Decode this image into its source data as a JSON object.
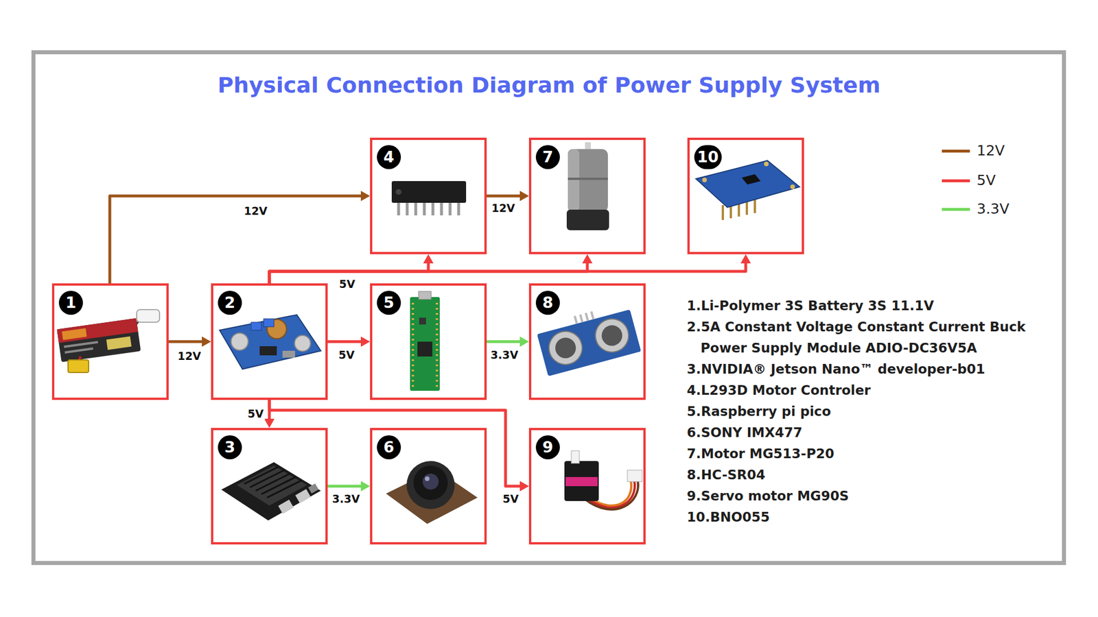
{
  "diagram": {
    "title": "Physical Connection Diagram of Power Supply System",
    "nodes": [
      {
        "text": [
          "1"
        ]
      },
      {
        "text": [
          "2"
        ]
      },
      {
        "text": [
          "3"
        ]
      },
      {
        "text": [
          "4"
        ]
      },
      {
        "text": [
          "5"
        ]
      },
      {
        "text": [
          "6"
        ]
      },
      {
        "text": [
          "7"
        ]
      },
      {
        "text": [
          "8"
        ]
      },
      {
        "text": [
          "9"
        ]
      },
      {
        "text": [
          "10"
        ]
      }
    ],
    "edges": [
      {
        "from": 0,
        "to": 3,
        "label": "12V",
        "arrow": "to"
      },
      {
        "from": 0,
        "to": 1,
        "label": "12V",
        "arrow": "to"
      },
      {
        "from": 3,
        "to": 6,
        "label": "12V",
        "arrow": "to"
      },
      {
        "from": 1,
        "to": 3,
        "label": "5V",
        "arrow": "to"
      },
      {
        "from": 1,
        "to": 6,
        "arrow": "to"
      },
      {
        "from": 1,
        "to": 9,
        "arrow": "to"
      },
      {
        "from": 1,
        "to": 4,
        "label": "5V",
        "arrow": "to"
      },
      {
        "from": 1,
        "to": 2,
        "label": "5V",
        "arrow": "to"
      },
      {
        "from": 1,
        "to": 8,
        "label": "5V",
        "arrow": "to"
      },
      {
        "from": 4,
        "to": 7,
        "label": "3.3V",
        "arrow": "to"
      },
      {
        "from": 2,
        "to": 5,
        "label": "3.3V",
        "arrow": "to"
      }
    ],
    "labels": [
      "1.Li-Polymer 3S Battery 3S 11.1V",
      "2.5A Constant Voltage Constant Current Buck Power Supply Module ADIO-DC36V5A",
      "3.NVIDIA® Jetson Nano™ developer-b01",
      "4.L293D Motor Controler",
      "5.Raspberry pi pico",
      "6.SONY IMX477",
      "7.Motor MG513-P20",
      "8.HC-SR04",
      "9.Servo motor MG90S",
      "10.BNO055"
    ],
    "legend": [
      {
        "text": "12V",
        "color": "#9c5318"
      },
      {
        "text": "5V",
        "color": "#f03c3c"
      },
      {
        "text": "3.3V",
        "color": "#72d85a"
      }
    ]
  }
}
